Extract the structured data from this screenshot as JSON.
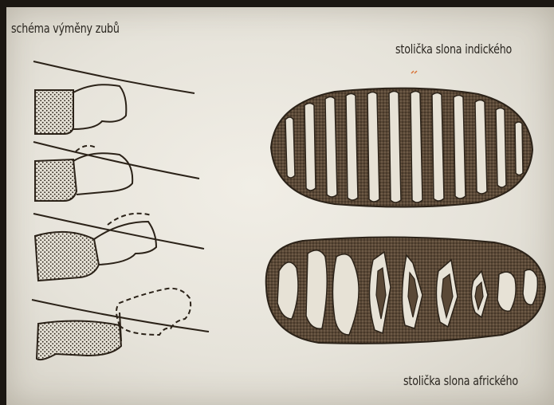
{
  "captions": {
    "tooth_replacement_scheme": "schéma výměny zubů",
    "indian_elephant_molar": "stolička slona indického",
    "african_elephant_molar": "stolička slona afrického"
  },
  "colors": {
    "paper": "#ebe8df",
    "ink": "#2b2218",
    "molar_shade": "#4a3a2a"
  }
}
